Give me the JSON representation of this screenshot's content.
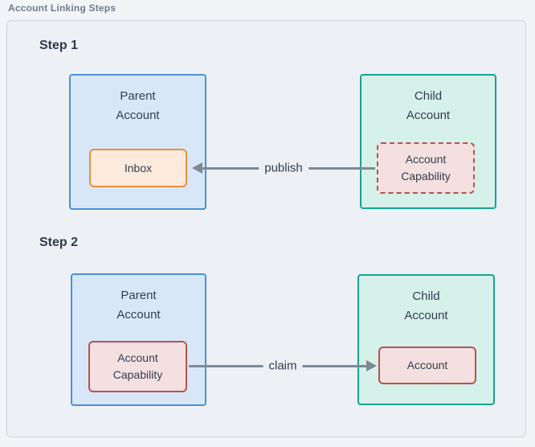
{
  "title": "Account Linking Steps",
  "colors": {
    "page_bg": "#f2f5f8",
    "container_bg": "#edf1f5",
    "container_border": "#cdd5dc",
    "parent_fill": "#d8e7f7",
    "parent_border": "#4a90d5",
    "child_fill": "#d6f0ea",
    "child_border": "#16a391",
    "inbox_fill": "#fceadc",
    "inbox_border": "#e9913a",
    "capability_fill": "#f4e0e0",
    "capability_border": "#b25450",
    "arrow": "#7d8996",
    "text_dark": "#2e3b4d"
  },
  "steps": [
    {
      "label": "Step 1",
      "parent_box": {
        "line1": "Parent",
        "line2": "Account"
      },
      "parent_inner": {
        "line1": "Inbox",
        "line2": ""
      },
      "child_box": {
        "line1": "Child",
        "line2": "Account"
      },
      "child_inner": {
        "line1": "Account",
        "line2": "Capability"
      },
      "arrow_label": "publish",
      "arrow_direction": "left"
    },
    {
      "label": "Step 2",
      "parent_box": {
        "line1": "Parent",
        "line2": "Account"
      },
      "parent_inner": {
        "line1": "Account",
        "line2": "Capability"
      },
      "child_box": {
        "line1": "Child",
        "line2": "Account"
      },
      "child_inner": {
        "line1": "Account",
        "line2": ""
      },
      "arrow_label": "claim",
      "arrow_direction": "right"
    }
  ]
}
